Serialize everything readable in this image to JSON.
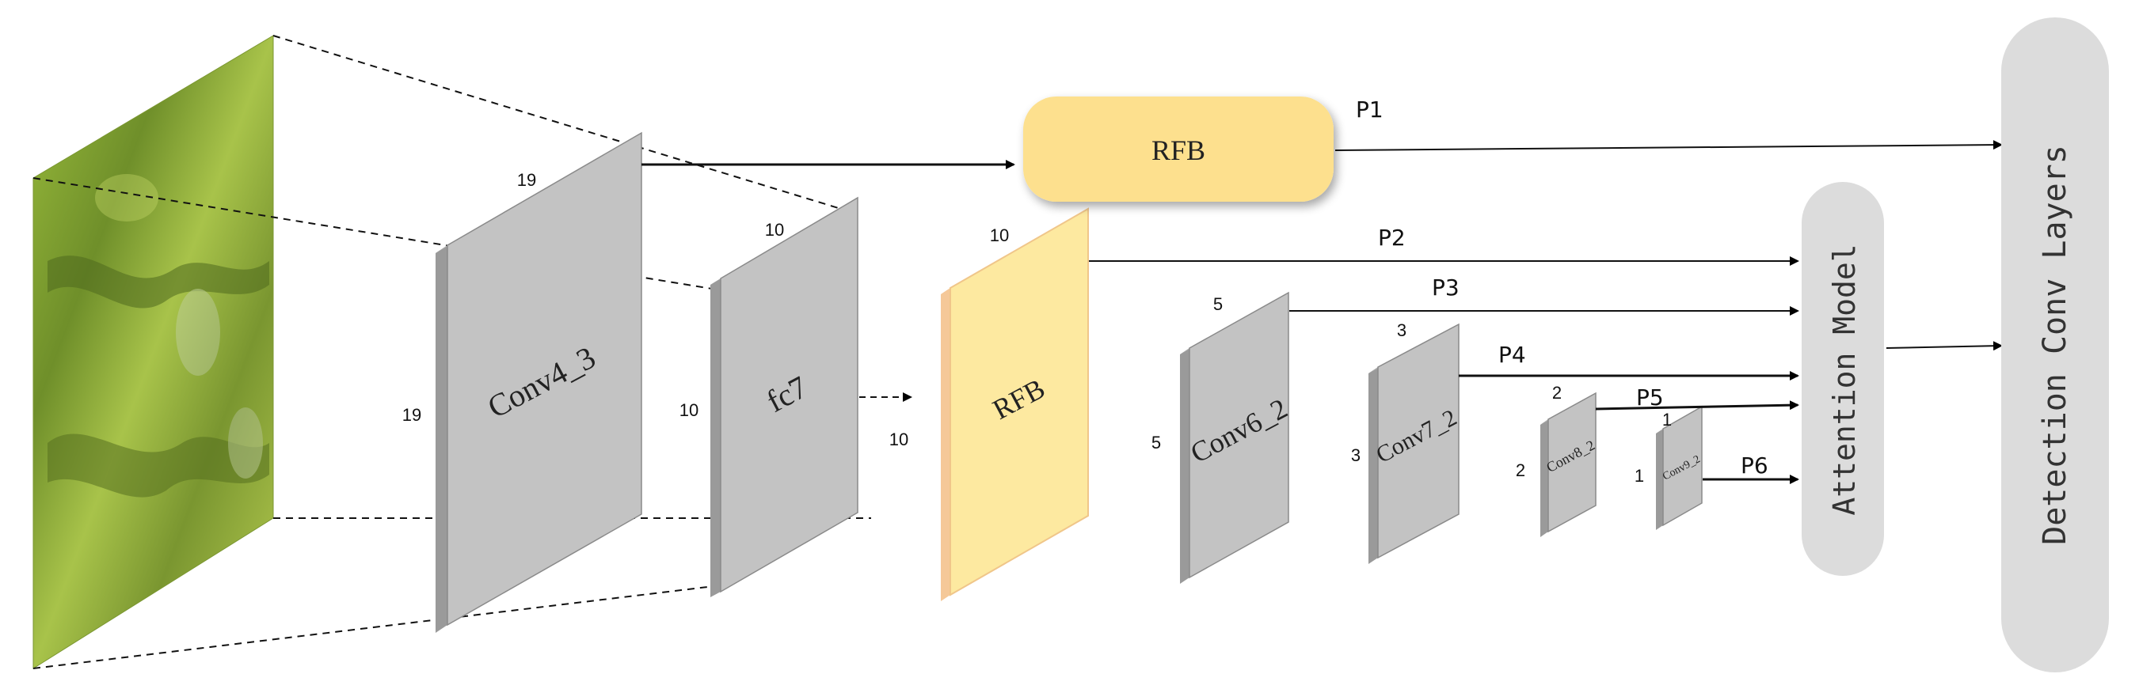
{
  "input_image": {
    "description_icon": "landscape-photo-icon"
  },
  "layers": {
    "conv4_3": {
      "label": "Conv4_3",
      "width_label": "19",
      "height_label": "19"
    },
    "fc7": {
      "label": "fc7",
      "width_label": "10",
      "height_label": "10"
    },
    "rfb_small": {
      "label": "RFB",
      "width_label": "10",
      "height_label": "10"
    },
    "conv6_2": {
      "label": "Conv6_2",
      "width_label": "5",
      "height_label": "5"
    },
    "conv7_2": {
      "label": "Conv7_2",
      "width_label": "3",
      "height_label": "3"
    },
    "conv8_2": {
      "label": "Conv8_2",
      "width_label": "2",
      "height_label": "2"
    },
    "conv9_2": {
      "label": "Conv9_2",
      "width_label": "1",
      "height_label": "1"
    }
  },
  "rfb_top": {
    "label": "RFB"
  },
  "outputs": [
    "P1",
    "P2",
    "P3",
    "P4",
    "P5",
    "P6"
  ],
  "attention": {
    "label": "Attention Model"
  },
  "detection": {
    "label": "Detection Conv Layers"
  },
  "colors": {
    "layer_face": "#c3c3c3",
    "layer_side": "#9a9a9a",
    "layer_top": "#b0b0b0",
    "rfb_fill": "#fde9a0",
    "rfb_edge": "#f5c898",
    "rfb_top_fill": "#fde08e",
    "pill": "#dcdcdc"
  }
}
